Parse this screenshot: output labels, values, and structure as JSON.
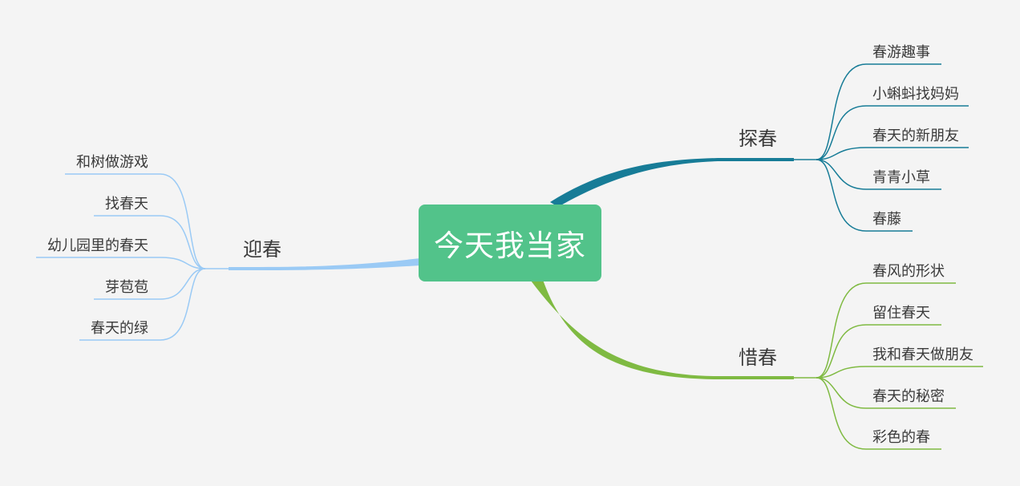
{
  "root": {
    "label": "今天我当家"
  },
  "branches": {
    "tan": {
      "label": "探春",
      "color": "#177c97",
      "leaves": [
        "春游趣事",
        "小蝌蚪找妈妈",
        "春天的新朋友",
        "青青小草",
        "春藤"
      ]
    },
    "xi": {
      "label": "惜春",
      "color": "#7fba42",
      "leaves": [
        "春风的形状",
        "留住春天",
        "我和春天做朋友",
        "春天的秘密",
        "彩色的春"
      ]
    },
    "ying": {
      "label": "迎春",
      "color": "#9acaf5",
      "leaves": [
        "和树做游戏",
        "找春天",
        "幼儿园里的春天",
        "芽苞苞",
        "春天的绿"
      ]
    }
  }
}
